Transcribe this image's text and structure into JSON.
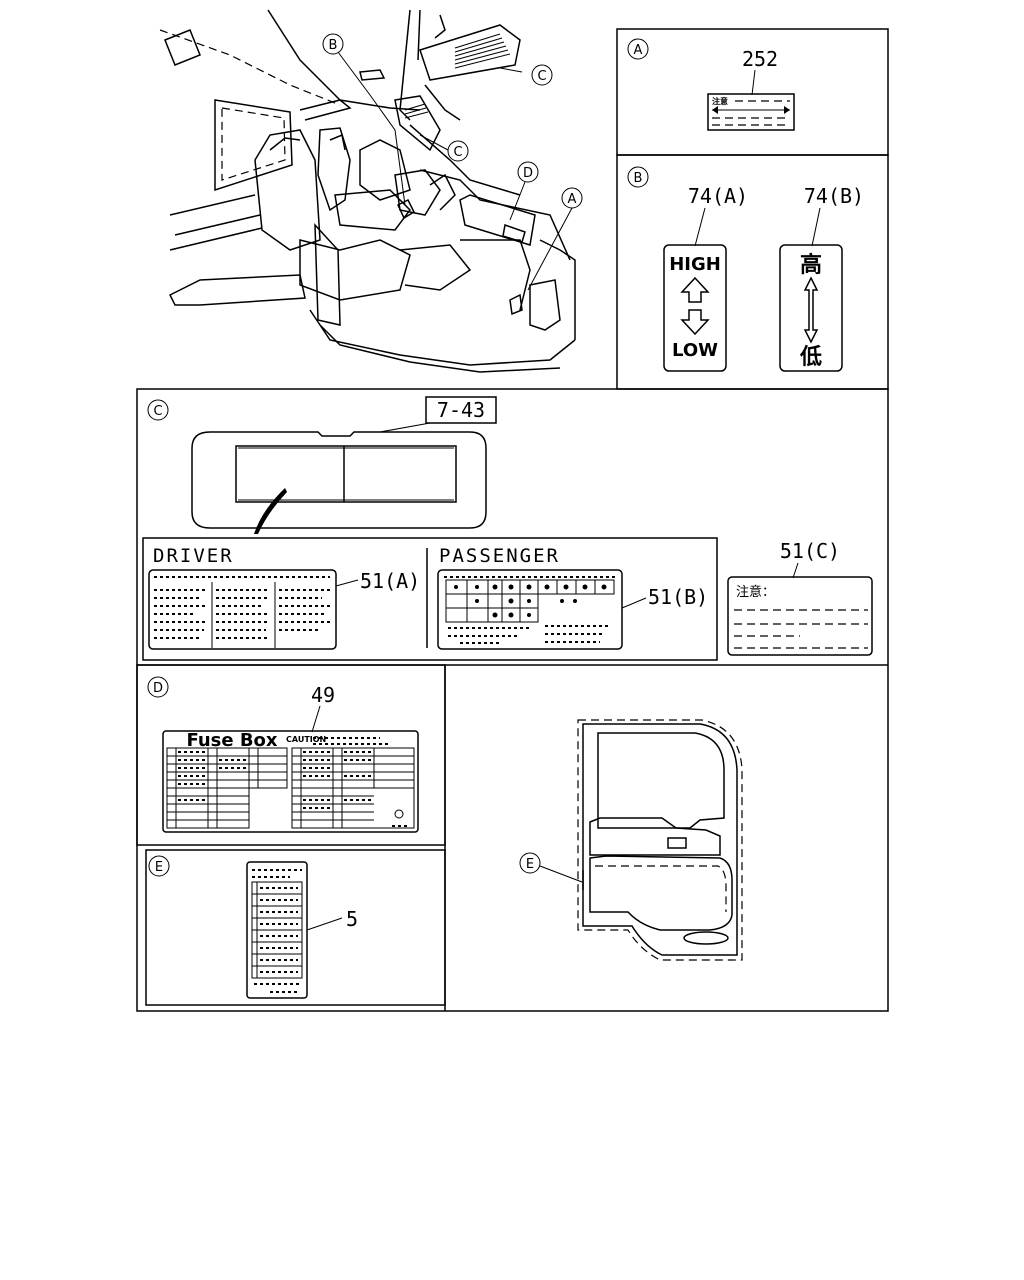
{
  "callouts": {
    "A": "A",
    "B": "B",
    "C": "C",
    "D": "D",
    "E": "E"
  },
  "panel_a": {
    "part": "252",
    "label_head": "注意"
  },
  "panel_b": {
    "left_part": "74(A)",
    "right_part": "74(B)",
    "left_top": "HIGH",
    "left_bottom": "LOW",
    "right_top": "高",
    "right_bottom": "低"
  },
  "panel_c": {
    "part_visor": "7-43",
    "driver_title": "DRIVER",
    "driver_part": "51(A)",
    "passenger_title": "PASSENGER",
    "passenger_part": "51(B)",
    "third_part": "51(C)",
    "third_head": "注意："
  },
  "panel_d": {
    "part": "49",
    "label_title": "Fuse Box",
    "label_caution": "CAUTION"
  },
  "panel_e": {
    "part": "5"
  }
}
